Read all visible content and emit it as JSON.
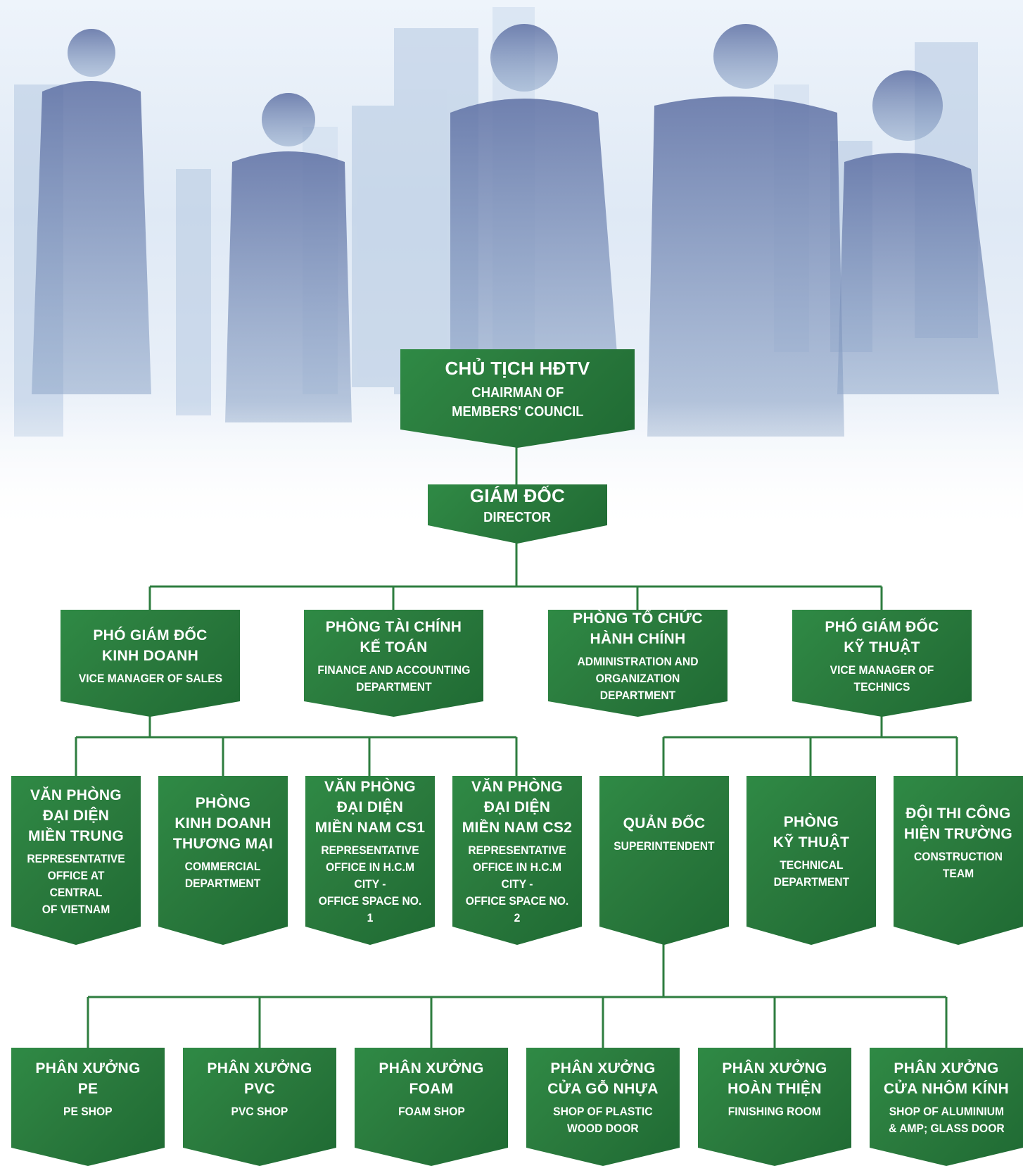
{
  "nodes": {
    "chairman": {
      "vi": "CHỦ TỊCH HĐTV",
      "en": "CHAIRMAN OF\nMEMBERS' COUNCIL"
    },
    "director": {
      "vi": "GIÁM ĐỐC",
      "en": "DIRECTOR"
    },
    "vp_sales": {
      "vi": "PHÓ GIÁM ĐỐC\nKINH DOANH",
      "en": "VICE MANAGER OF SALES"
    },
    "finance": {
      "vi": "PHÒNG TÀI CHÍNH\nKẾ TOÁN",
      "en": "FINANCE AND ACCOUNTING\nDEPARTMENT"
    },
    "admin": {
      "vi": "PHÒNG TỔ CHỨC\nHÀNH CHÍNH",
      "en": "ADMINISTRATION AND\nORGANIZATION DEPARTMENT"
    },
    "vp_tech": {
      "vi": "PHÓ GIÁM ĐỐC\nKỸ THUẬT",
      "en": "VICE MANAGER OF TECHNICS"
    },
    "rep_central": {
      "vi": "VĂN PHÒNG\nĐẠI DIỆN\nMIỀN TRUNG",
      "en": "REPRESENTATIVE\nOFFICE AT CENTRAL\nOF VIETNAM"
    },
    "commercial": {
      "vi": "PHÒNG\nKINH DOANH\nTHƯƠNG MẠI",
      "en": "COMMERCIAL\nDEPARTMENT"
    },
    "rep_south1": {
      "vi": "VĂN PHÒNG\nĐẠI DIỆN\nMIỀN NAM CS1",
      "en": "REPRESENTATIVE\nOFFICE IN H.C.M CITY -\nOFFICE SPACE NO. 1"
    },
    "rep_south2": {
      "vi": "VĂN PHÒNG\nĐẠI DIỆN\nMIỀN NAM CS2",
      "en": "REPRESENTATIVE\nOFFICE IN H.C.M CITY -\nOFFICE SPACE NO. 2"
    },
    "superintendent": {
      "vi": "QUẢN ĐỐC",
      "en": "SUPERINTENDENT"
    },
    "technical": {
      "vi": "PHÒNG\nKỸ THUẬT",
      "en": "TECHNICAL\nDEPARTMENT"
    },
    "construction": {
      "vi": "ĐỘI THI CÔNG\nHIỆN TRƯỜNG",
      "en": "CONSTRUCTION TEAM"
    },
    "pe": {
      "vi": "PHÂN XƯỞNG\nPE",
      "en": "PE SHOP"
    },
    "pvc": {
      "vi": "PHÂN XƯỞNG\nPVC",
      "en": "PVC SHOP"
    },
    "foam": {
      "vi": "PHÂN XƯỞNG\nFOAM",
      "en": "FOAM SHOP"
    },
    "plastic_wood": {
      "vi": "PHÂN XƯỞNG\nCỬA GỖ NHỰA",
      "en": "SHOP OF PLASTIC\nWOOD DOOR"
    },
    "finishing": {
      "vi": "PHÂN XƯỞNG\nHOÀN THIỆN",
      "en": "FINISHING ROOM"
    },
    "aluminium": {
      "vi": "PHÂN XƯỞNG\nCỬA NHÔM KÍNH",
      "en": "SHOP OF ALUMINIUM\n& AMP; GLASS DOOR"
    }
  },
  "colors": {
    "box": "#2a7a3d",
    "connector": "#2e7d3f",
    "hero_silhouette": "#7d8fb8"
  }
}
